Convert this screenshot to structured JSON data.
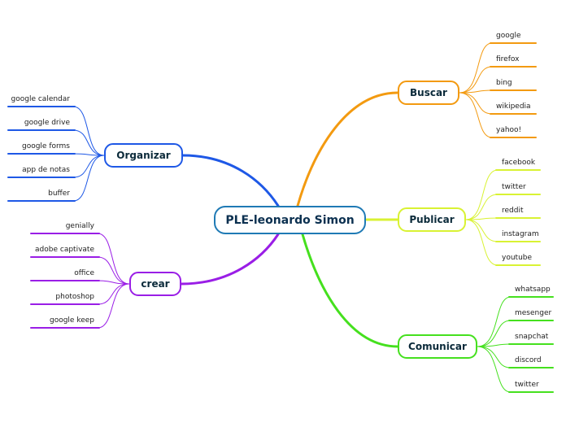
{
  "root": {
    "label": "PLE-leonardo Simon",
    "color": "#1f7ab5"
  },
  "branches": [
    {
      "id": "buscar",
      "label": "Buscar",
      "color": "#f39a10",
      "leaves": [
        "google",
        "firefox",
        "bing",
        "wikipedia",
        "yahoo!"
      ]
    },
    {
      "id": "publicar",
      "label": "Publicar",
      "color": "#d9f233",
      "leaves": [
        "facebook",
        "twitter",
        "reddit",
        "instagram",
        "youtube"
      ]
    },
    {
      "id": "comunicar",
      "label": "Comunicar",
      "color": "#45e01e",
      "leaves": [
        "whatsapp",
        "mesenger",
        "snapchat",
        "discord",
        "twitter"
      ]
    },
    {
      "id": "organizar",
      "label": "Organizar",
      "color": "#1e58e6",
      "leaves": [
        "google calendar",
        "google drive",
        "google forms",
        "app de notas",
        "buffer"
      ]
    },
    {
      "id": "crear",
      "label": "crear",
      "color": "#9a1ee6",
      "leaves": [
        "genially",
        "adobe captivate",
        "office",
        "photoshop",
        "google keep"
      ]
    }
  ]
}
